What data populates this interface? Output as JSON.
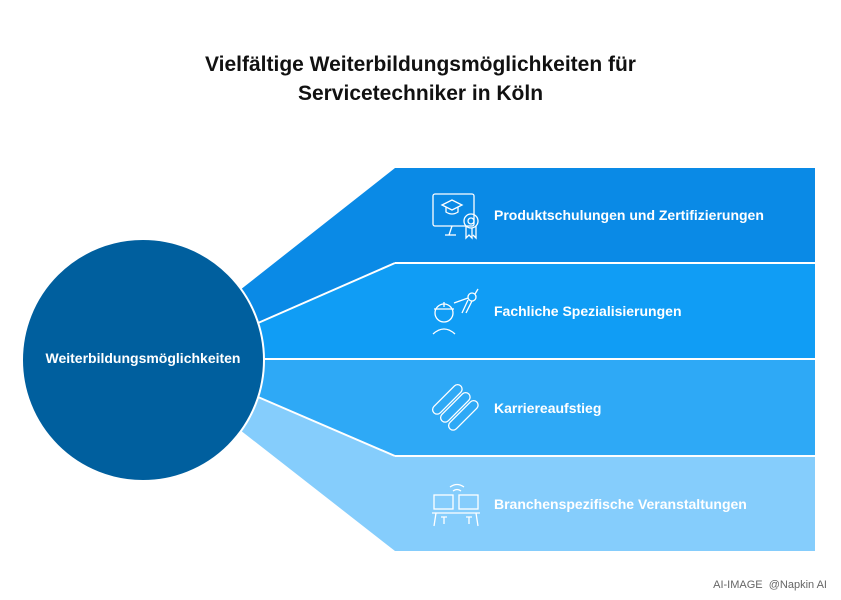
{
  "title_line1": "Vielfältige Weiterbildungsmöglichkeiten für",
  "title_line2": "Servicetechniker in Köln",
  "center": "Weiterbildungsmöglichkeiten",
  "items": [
    {
      "label": "Produktschulungen und Zertifizierungen",
      "icon": "certificate-monitor-icon",
      "color": "#0a8ae6"
    },
    {
      "label": "Fachliche Spezialisierungen",
      "icon": "engineer-compass-icon",
      "color": "#109df5"
    },
    {
      "label": "Karriereaufstieg",
      "icon": "stacked-capsules-icon",
      "color": "#2ea9f6"
    },
    {
      "label": "Branchenspezifische Veranstaltungen",
      "icon": "networked-workstations-icon",
      "color": "#85cdfc"
    }
  ],
  "circle_color": "#005f9e",
  "watermark": "AI-IMAGE  @Napkin AI"
}
